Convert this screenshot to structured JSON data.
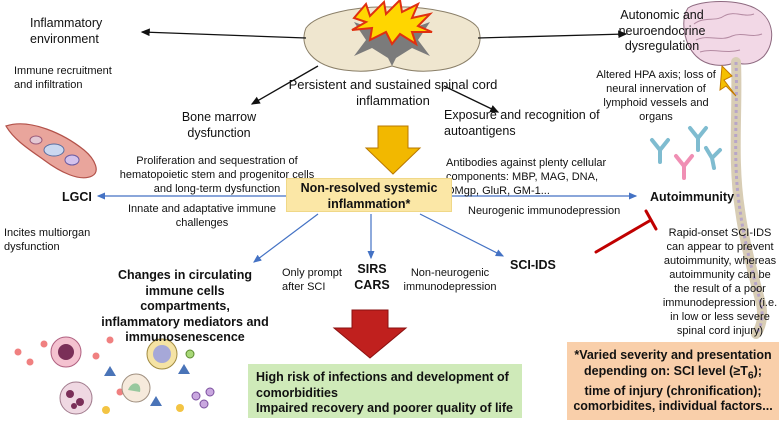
{
  "center": {
    "title": "Persistent and sustained spinal cord inflammation",
    "core": "Non-resolved systemic inflammation*"
  },
  "top_left": {
    "heading": "Inflammatory environment",
    "sub": "Immune recruitment and infiltration"
  },
  "top_right": {
    "heading": "Autonomic and neuroendocrine dysregulation",
    "sub": "Altered HPA axis; loss of neural innervation of lymphoid vessels and organs"
  },
  "bone_marrow": {
    "heading": "Bone marrow dysfunction",
    "sub": "Proliferation and sequestration of hematopoietic stem and progenitor cells and long-term dysfunction"
  },
  "autoantigens": {
    "heading": "Exposure and recognition of autoantigens",
    "sub": "Antibodies against plenty cellular components: MBP, MAG, DNA, OMgp, GluR, GM-1..."
  },
  "lgci": {
    "label": "LGCI",
    "arrow_label": "Innate and adaptative immune challenges",
    "sub": "Incites multiorgan dysfunction"
  },
  "autoimmunity": {
    "label": "Autoimmunity",
    "arrow_label": "Neurogenic immunodepression",
    "note": "Rapid-onset SCI-IDS can appear to prevent autoimmunity, whereas autoimmunity can be the result of a poor immunodepression (i.e. in low or less severe spinal cord injury)"
  },
  "circulating": {
    "label": "Changes in circulating immune cells compartments, inflammatory mediators and immunosenescence"
  },
  "sirs": {
    "line1": "SIRS",
    "line2": "CARS",
    "left_note": "Only prompt after SCI",
    "right_note": "Non-neurogenic immunodepression"
  },
  "sci_ids": {
    "label": "SCI-IDS"
  },
  "outcome": {
    "line1": "High risk of infections and development of comorbidities",
    "line2": "Impaired recovery and poorer quality of life"
  },
  "footnote": {
    "text_a": "*Varied severity and presentation depending on: SCI level (≥T",
    "sub": "6",
    "text_b": "); time of injury (chronification); comorbidites, individual factors..."
  },
  "colors": {
    "yellow_box": "#fbe7a6",
    "green_box": "#cfeab9",
    "orange_box": "#f9cfaa",
    "blue_arrow": "#4472c4",
    "red_inhibit": "#c00000",
    "down_arrow_yellow": "#f2b800",
    "down_arrow_red": "#c0201e"
  }
}
